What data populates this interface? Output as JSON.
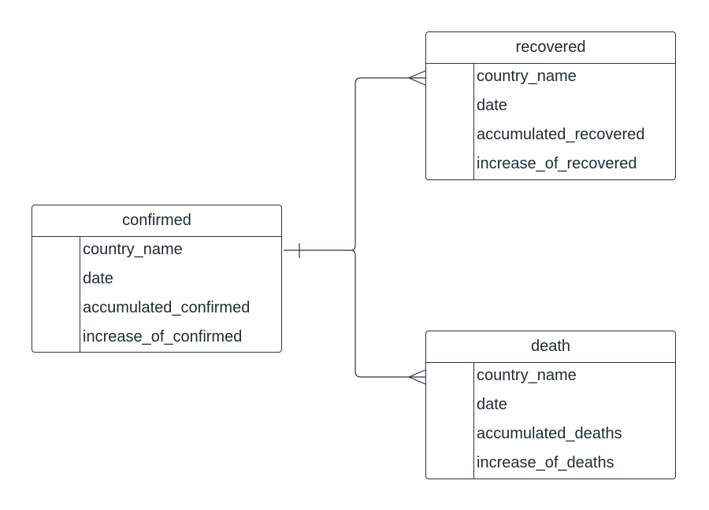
{
  "entities": {
    "confirmed": {
      "title": "confirmed",
      "attributes": [
        "country_name",
        "date",
        "accumulated_confirmed",
        "increase_of_confirmed"
      ]
    },
    "recovered": {
      "title": "recovered",
      "attributes": [
        "country_name",
        "date",
        "accumulated_recovered",
        "increase_of_recovered"
      ]
    },
    "death": {
      "title": "death",
      "attributes": [
        "country_name",
        "date",
        "accumulated_deaths",
        "increase_of_deaths"
      ]
    }
  },
  "relationships": [
    {
      "from": "confirmed",
      "from_cardinality": "one",
      "to": "recovered",
      "to_cardinality": "many"
    },
    {
      "from": "confirmed",
      "from_cardinality": "one",
      "to": "death",
      "to_cardinality": "many"
    }
  ],
  "colors": {
    "line": "#2b3240",
    "text": "#222b36",
    "background": "#ffffff"
  }
}
